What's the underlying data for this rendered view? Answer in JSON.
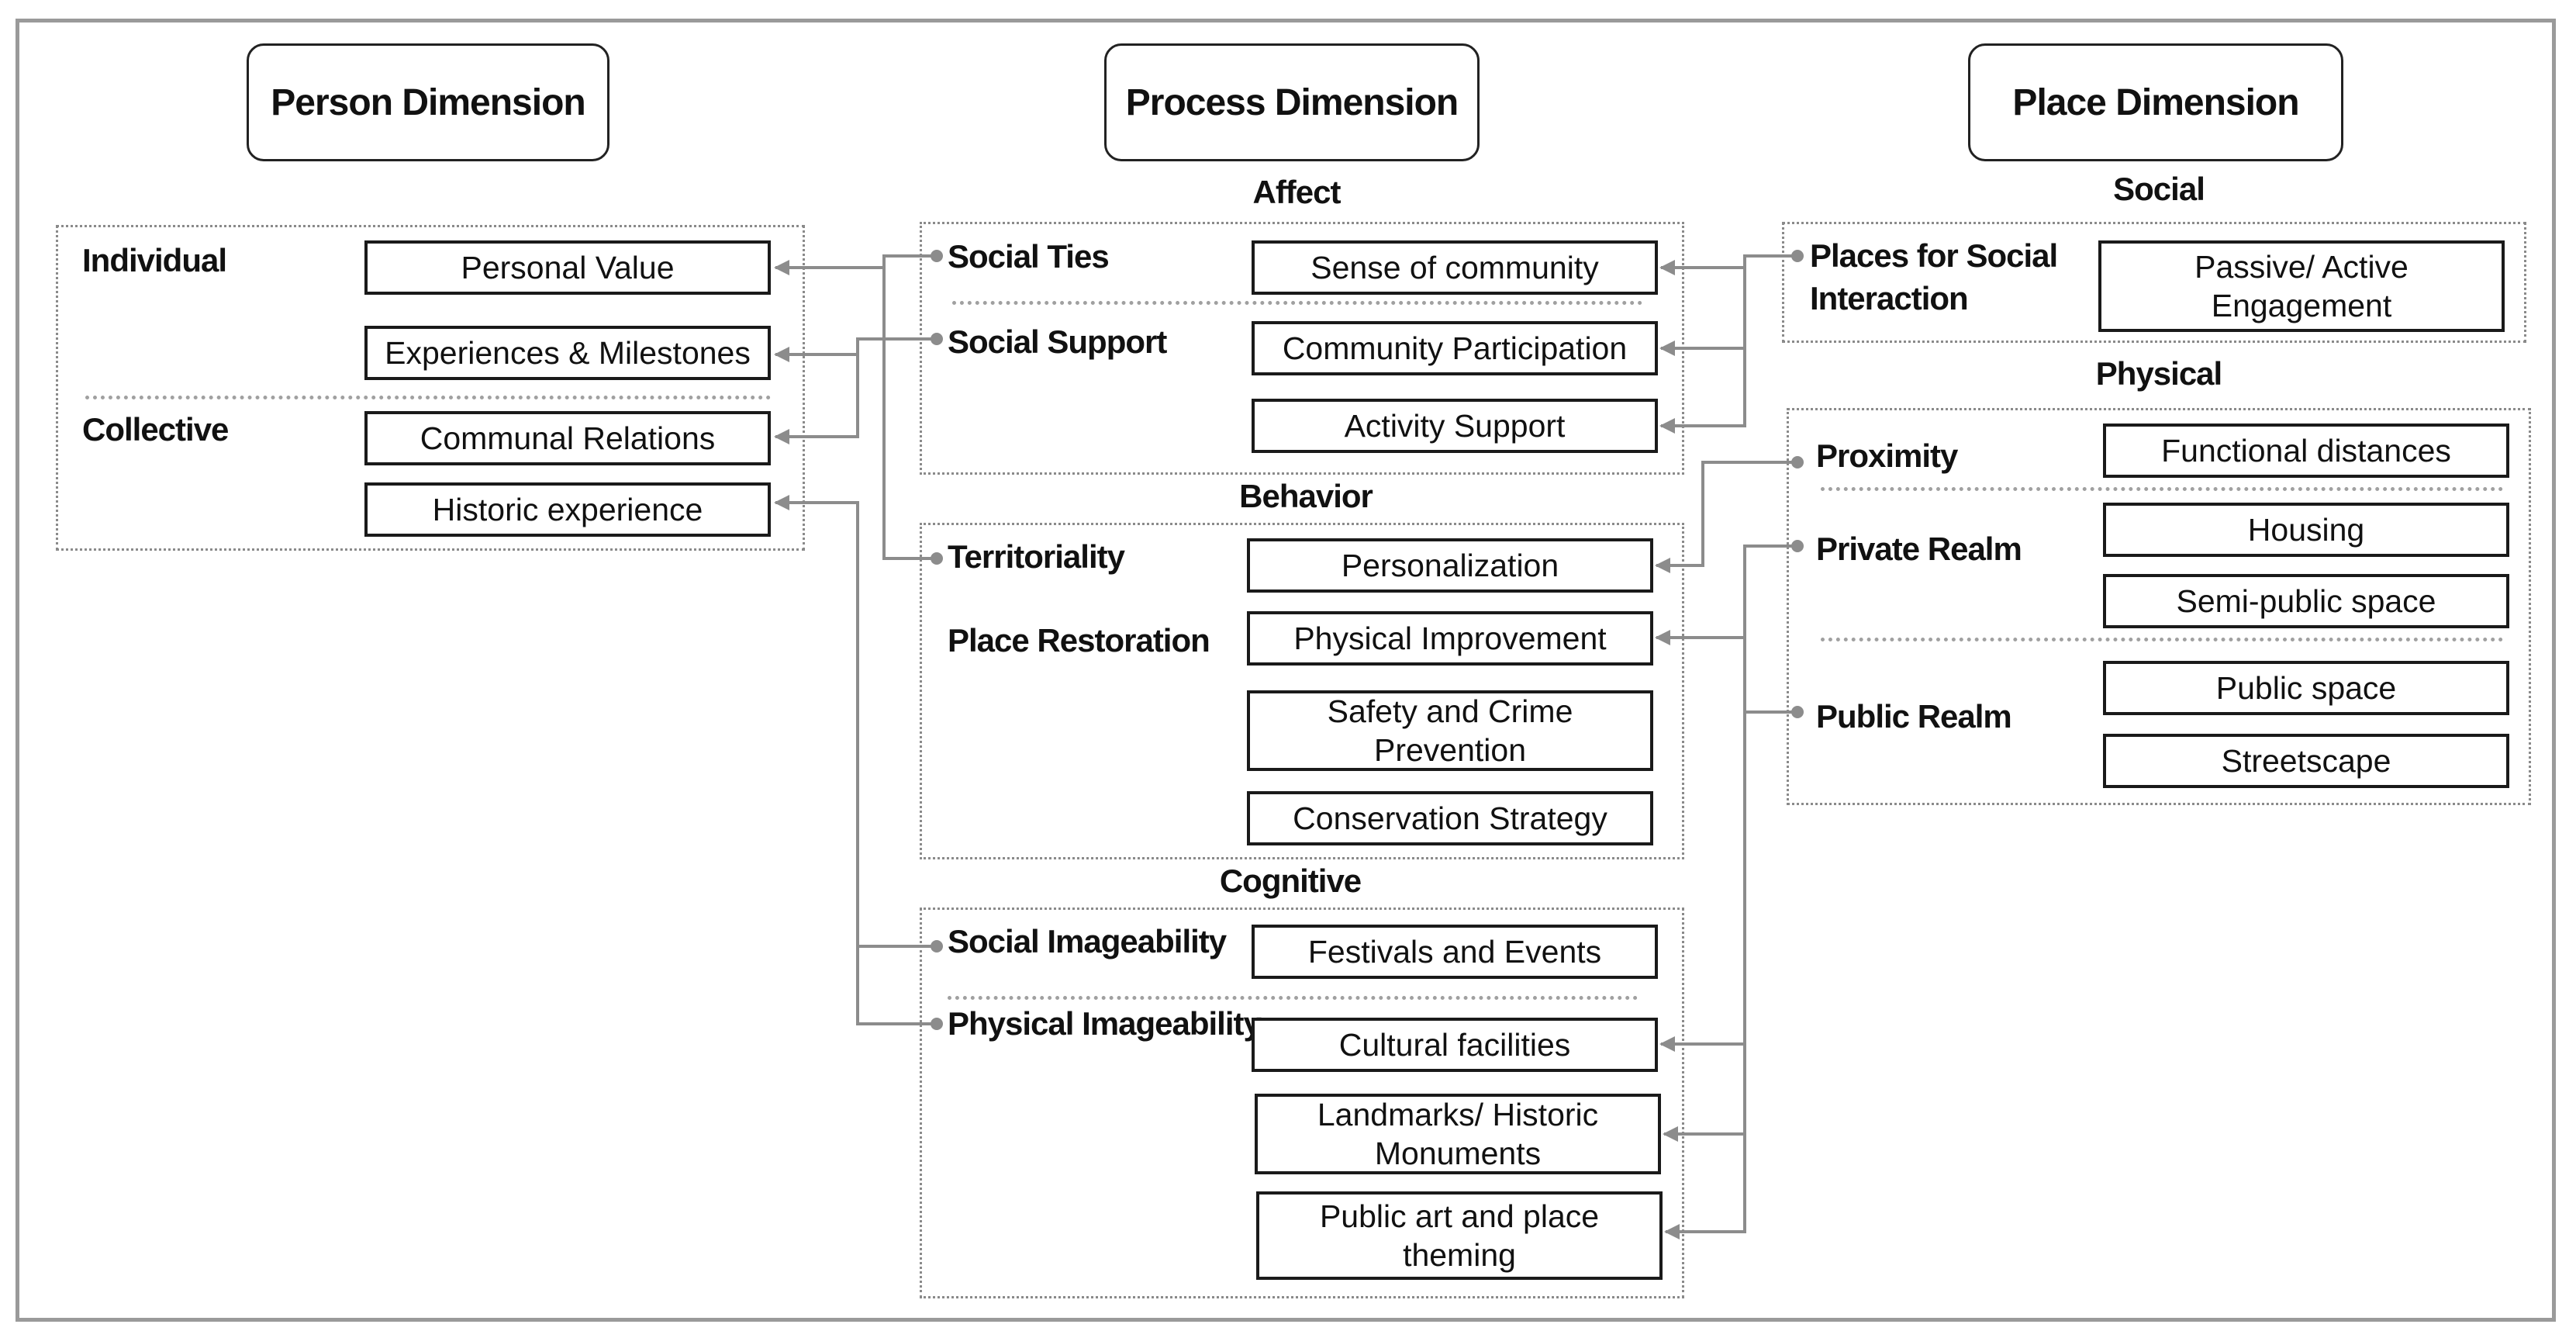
{
  "dimensions": {
    "person": "Person Dimension",
    "process": "Process Dimension",
    "place": "Place Dimension"
  },
  "person": {
    "individual_label": "Individual",
    "collective_label": "Collective",
    "boxes": {
      "personal_value": "Personal Value",
      "experiences": "Experiences & Milestones",
      "communal_relations": "Communal Relations",
      "historic_experience": "Historic experience"
    }
  },
  "process": {
    "affect": {
      "title": "Affect",
      "social_ties": "Social Ties",
      "social_support": "Social Support",
      "boxes": {
        "sense_of_community": "Sense of community",
        "community_participation": "Community Participation",
        "activity_support": "Activity Support"
      }
    },
    "behavior": {
      "title": "Behavior",
      "territoriality": "Territoriality",
      "place_restoration": "Place Restoration",
      "boxes": {
        "personalization": "Personalization",
        "physical_improvement": "Physical Improvement",
        "safety_line1": "Safety and Crime",
        "safety_line2": "Prevention",
        "conservation_strategy": "Conservation Strategy"
      }
    },
    "cognitive": {
      "title": "Cognitive",
      "social_imageability": "Social Imageability",
      "physical_imageability": "Physical Imageability",
      "boxes": {
        "festivals": "Festivals and Events",
        "cultural_facilities": "Cultural facilities",
        "landmarks_line1": "Landmarks/ Historic",
        "landmarks_line2": "Monuments",
        "public_art_line1": "Public art and place",
        "public_art_line2": "theming"
      }
    }
  },
  "place": {
    "social": {
      "title": "Social",
      "places_line1": "Places for Social",
      "places_line2": "Interaction",
      "engagement_line1": "Passive/ Active",
      "engagement_line2": "Engagement"
    },
    "physical": {
      "title": "Physical",
      "proximity": "Proximity",
      "private_realm": "Private Realm",
      "public_realm": "Public Realm",
      "boxes": {
        "functional_distances": "Functional distances",
        "housing": "Housing",
        "semi_public_space": "Semi-public space",
        "public_space": "Public space",
        "streetscape": "Streetscape"
      }
    }
  },
  "colors": {
    "connector": "#8c8c8c",
    "frame": "#9a9a9a",
    "box_border": "#1a1a1a"
  }
}
